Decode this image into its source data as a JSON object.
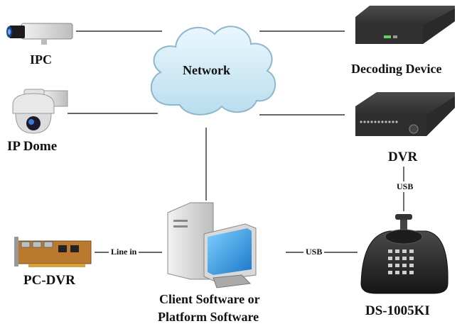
{
  "nodes": {
    "network": "Network",
    "ipc": "IPC",
    "ip_dome": "IP Dome",
    "decoding_device": "Decoding Device",
    "dvr": "DVR",
    "pc_dvr": "PC-DVR",
    "client_software_line1": "Client Software or",
    "client_software_line2": "Platform Software",
    "keyboard": "DS-1005KI"
  },
  "connections": {
    "line_in": "Line in",
    "usb_client": "USB",
    "usb_dvr": "USB"
  },
  "icons": [
    "bullet-camera-icon",
    "dome-camera-icon",
    "decoder-icon",
    "dvr-icon",
    "capture-card-icon",
    "computer-icon",
    "joystick-keyboard-icon",
    "cloud-icon"
  ],
  "colors": {
    "cloud": "#cfeaf6",
    "cloud_stroke": "#8fb7cc",
    "device_dark": "#2a2a2a",
    "line": "#333333"
  }
}
